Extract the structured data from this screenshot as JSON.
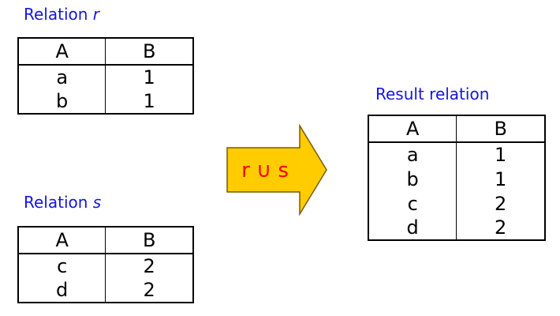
{
  "relation_r": {
    "caption_prefix": "Relation ",
    "caption_var": "r",
    "columns": [
      "A",
      "B"
    ],
    "rows": [
      [
        "a",
        "1"
      ],
      [
        "b",
        "1"
      ]
    ]
  },
  "relation_s": {
    "caption_prefix": "Relation ",
    "caption_var": "s",
    "columns": [
      "A",
      "B"
    ],
    "rows": [
      [
        "c",
        "2"
      ],
      [
        "d",
        "2"
      ]
    ]
  },
  "operation": {
    "label": "r ∪ s",
    "arrow_fill": "#ffcc00",
    "label_color": "#ff0000"
  },
  "result": {
    "caption": "Result relation",
    "columns": [
      "A",
      "B"
    ],
    "rows": [
      [
        "a",
        "1"
      ],
      [
        "b",
        "1"
      ],
      [
        "c",
        "2"
      ],
      [
        "d",
        "2"
      ]
    ]
  }
}
